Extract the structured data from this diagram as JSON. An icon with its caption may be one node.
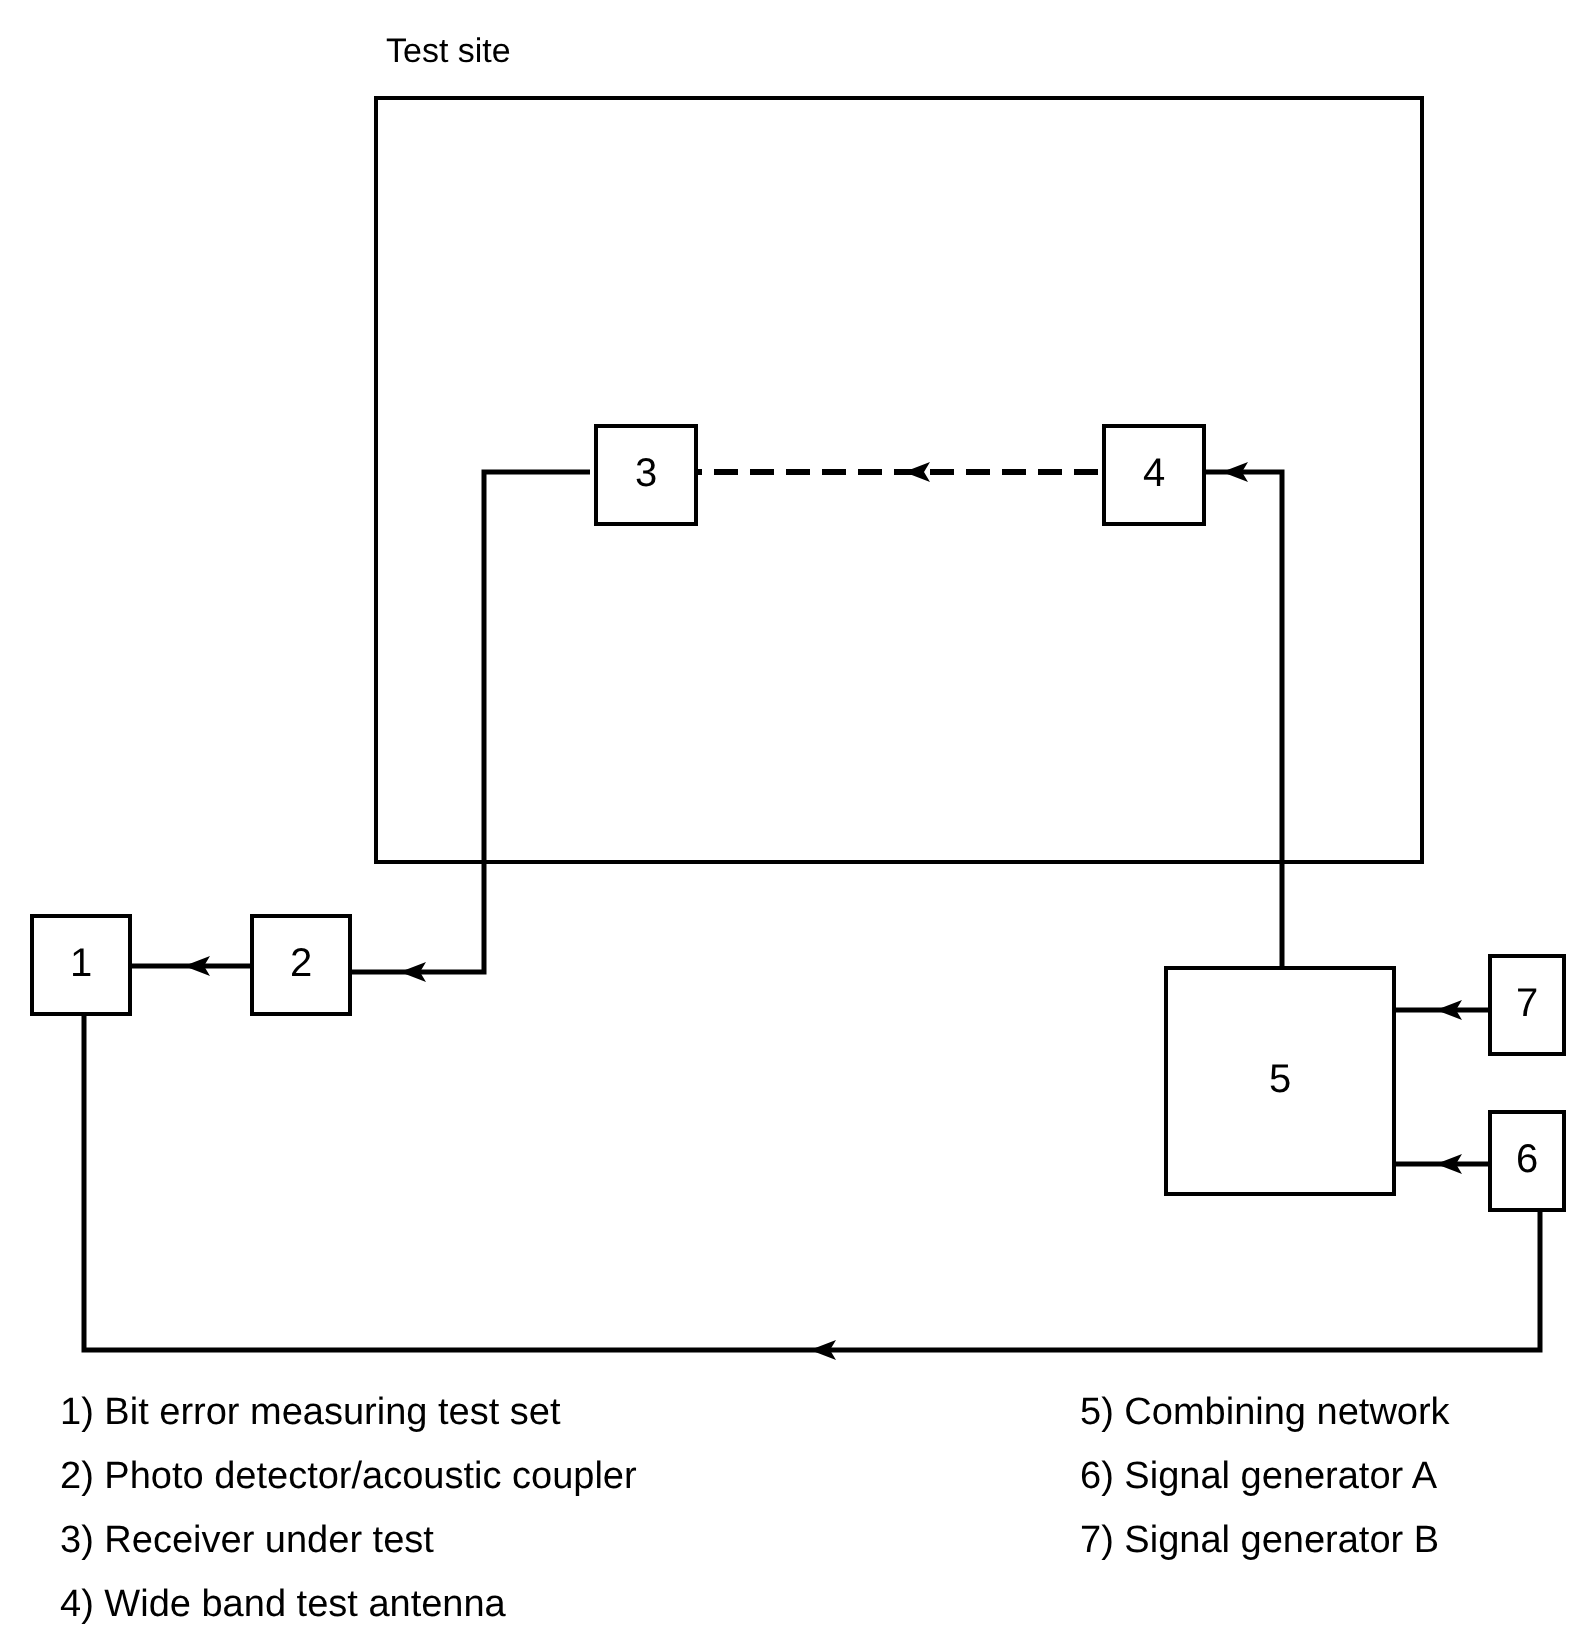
{
  "diagram": {
    "nodes": [
      {
        "text": [
          "Test site"
        ]
      },
      {
        "text": [
          "1"
        ]
      },
      {
        "text": [
          "2"
        ]
      },
      {
        "text": [
          "3"
        ],
        "in": 0
      },
      {
        "text": [
          "4"
        ],
        "in": 0
      },
      {
        "text": [
          "5"
        ]
      },
      {
        "text": [
          "7"
        ]
      },
      {
        "text": [
          "6"
        ]
      }
    ],
    "edges": [
      {
        "from": 2,
        "to": 1,
        "arrow": "to"
      },
      {
        "from": 3,
        "to": 2,
        "arrow": "to"
      },
      {
        "from": 4,
        "to": 3,
        "arrow": "to",
        "style": "dashed"
      },
      {
        "from": 5,
        "to": 4,
        "arrow": "to"
      },
      {
        "from": 6,
        "to": 5,
        "arrow": "to"
      },
      {
        "from": 7,
        "to": 5,
        "arrow": "to"
      },
      {
        "from": 7,
        "to": 1,
        "arrow": "to"
      }
    ],
    "labels": [
      "1) Bit error measuring test set",
      "2) Photo detector/acoustic coupler",
      "3) Receiver under test",
      "4) Wide band test antenna",
      "5) Combining network",
      "6) Signal generator A",
      "7) Signal generator B"
    ]
  }
}
